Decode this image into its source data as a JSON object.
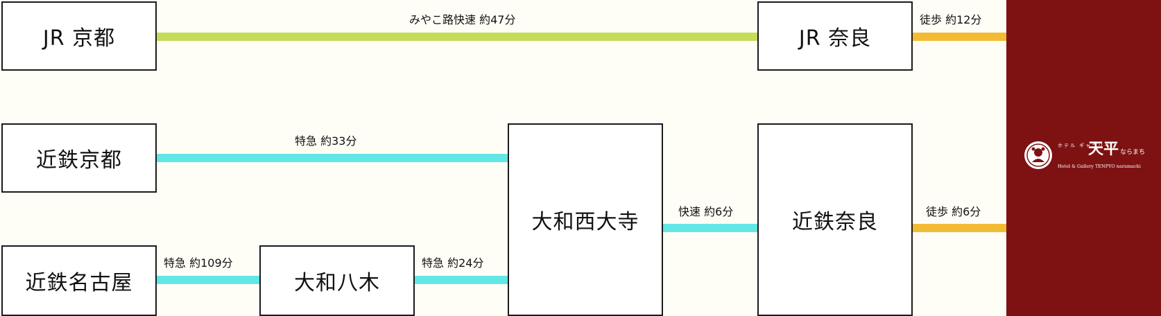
{
  "stations": {
    "jr_kyoto": "JR 京都",
    "jr_nara": "JR 奈良",
    "kintetsu_kyoto": "近鉄京都",
    "yamato_saidaiji": "大和西大寺",
    "kintetsu_nara": "近鉄奈良",
    "kintetsu_nagoya": "近鉄名古屋",
    "yamato_yagi": "大和八木"
  },
  "routes": {
    "miyakoji": "みやこ路快速 約47分",
    "walk_jr": "徒歩 約12分",
    "tokkyu_kyoto": "特急 約33分",
    "kaisoku_nara": "快速 約6分",
    "walk_kintetsu": "徒歩 約6分",
    "tokkyu_nagoya": "特急 約109分",
    "tokkyu_yagi": "特急 約24分"
  },
  "hotel": {
    "kana": "ホテル ギャラリー",
    "kanji": "天平",
    "romaji": "ならまち",
    "english": "Hotel & Gallery TENPYO naramachi"
  },
  "colors": {
    "jr_line": "#c5dc5a",
    "kintetsu_line": "#62e6e6",
    "walk_line": "#f2bb34",
    "hotel_bg": "#7e1212"
  }
}
